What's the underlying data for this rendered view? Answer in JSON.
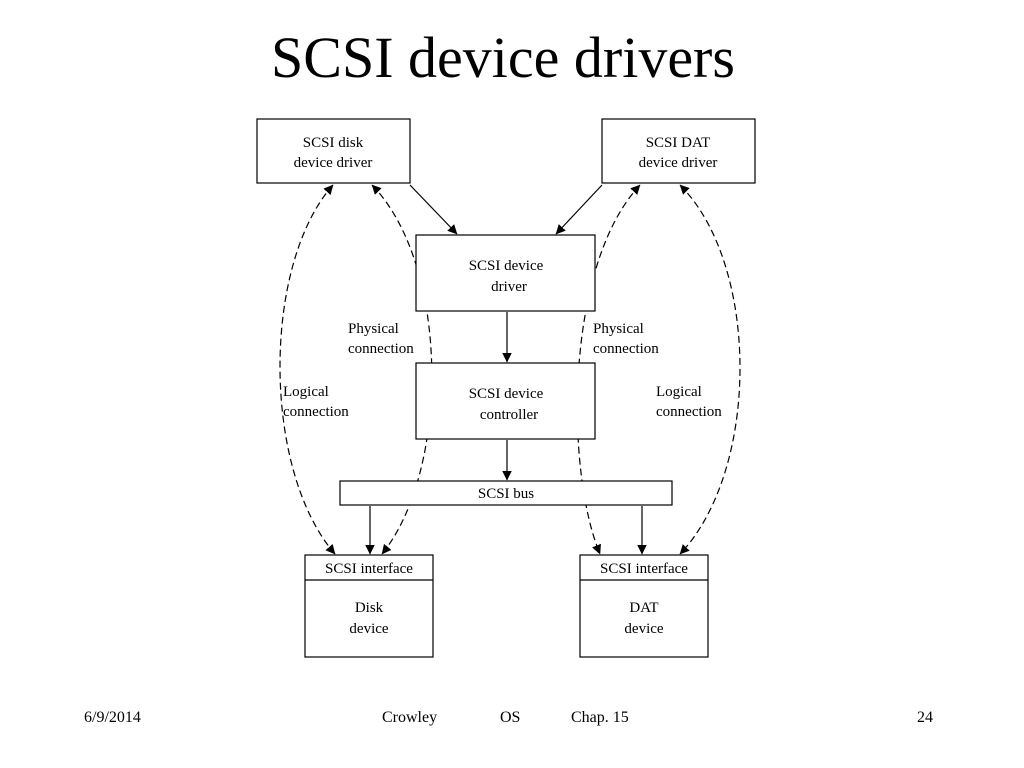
{
  "slide": {
    "title": "SCSI device drivers"
  },
  "diagram": {
    "disk_driver": [
      "SCSI disk",
      "device driver"
    ],
    "dat_driver": [
      "SCSI DAT",
      "device driver"
    ],
    "device_driver": [
      "SCSI device",
      "driver"
    ],
    "device_controller": [
      "SCSI device",
      "controller"
    ],
    "bus": "SCSI bus",
    "disk_interface": "SCSI interface",
    "disk_device": [
      "Disk",
      "device"
    ],
    "dat_interface": "SCSI interface",
    "dat_device": [
      "DAT",
      "device"
    ],
    "physical_left": [
      "Physical",
      "connection"
    ],
    "physical_right": [
      "Physical",
      "connection"
    ],
    "logical_left": [
      "Logical",
      "connection"
    ],
    "logical_right": [
      "Logical",
      "connection"
    ]
  },
  "footer": {
    "date": "6/9/2014",
    "author": "Crowley",
    "course": "OS",
    "chapter": "Chap. 15",
    "page": "24"
  }
}
